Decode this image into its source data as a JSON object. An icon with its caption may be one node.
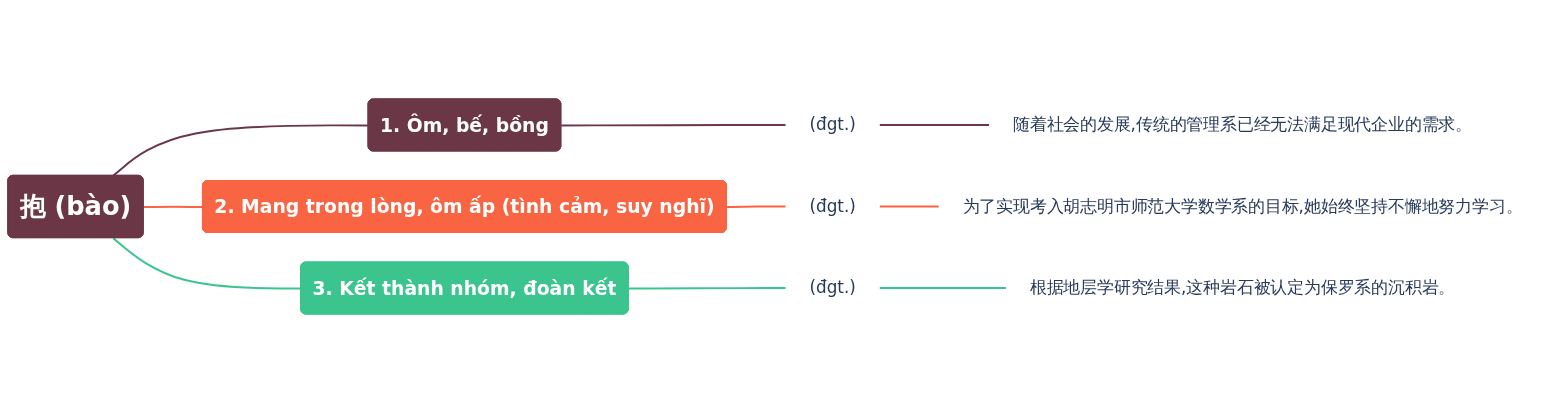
{
  "diagram": {
    "nodes": [
      {
        "text": [
          "抱 (bào)"
        ]
      },
      {
        "text": [
          "1. Ôm, bế, bồng"
        ]
      },
      {
        "text": [
          "(đgt.)"
        ]
      },
      {
        "text": [
          "随着社会的发展,传统的管理系已经无法满足现代企业的需求。"
        ]
      },
      {
        "text": [
          "2. Mang trong lòng, ôm ấp (tình cảm, suy nghĩ)"
        ]
      },
      {
        "text": [
          "(đgt.)"
        ]
      },
      {
        "text": [
          "为了实现考入胡志明市师范大学数学系的目标,她始终坚持不懈地努力学习。"
        ]
      },
      {
        "text": [
          "3. Kết thành nhóm, đoàn kết"
        ]
      },
      {
        "text": [
          "(đgt.)"
        ]
      },
      {
        "text": [
          "根据地层学研究结果,这种岩石被认定为保罗系的沉积岩。"
        ]
      }
    ],
    "edges": [
      {
        "from": 0,
        "to": 1,
        "arrow": "none",
        "color": "#6b3646"
      },
      {
        "from": 1,
        "to": 2,
        "arrow": "none",
        "color": "#6b3646"
      },
      {
        "from": 2,
        "to": 3,
        "arrow": "none",
        "color": "#6b3646"
      },
      {
        "from": 0,
        "to": 4,
        "arrow": "none",
        "color": "#f96442"
      },
      {
        "from": 4,
        "to": 5,
        "arrow": "none",
        "color": "#f96442"
      },
      {
        "from": 5,
        "to": 6,
        "arrow": "none",
        "color": "#f96442"
      },
      {
        "from": 0,
        "to": 7,
        "arrow": "none",
        "color": "#3cc48f"
      },
      {
        "from": 7,
        "to": 8,
        "arrow": "none",
        "color": "#3cc48f"
      },
      {
        "from": 8,
        "to": 9,
        "arrow": "none",
        "color": "#3cc48f"
      }
    ]
  }
}
